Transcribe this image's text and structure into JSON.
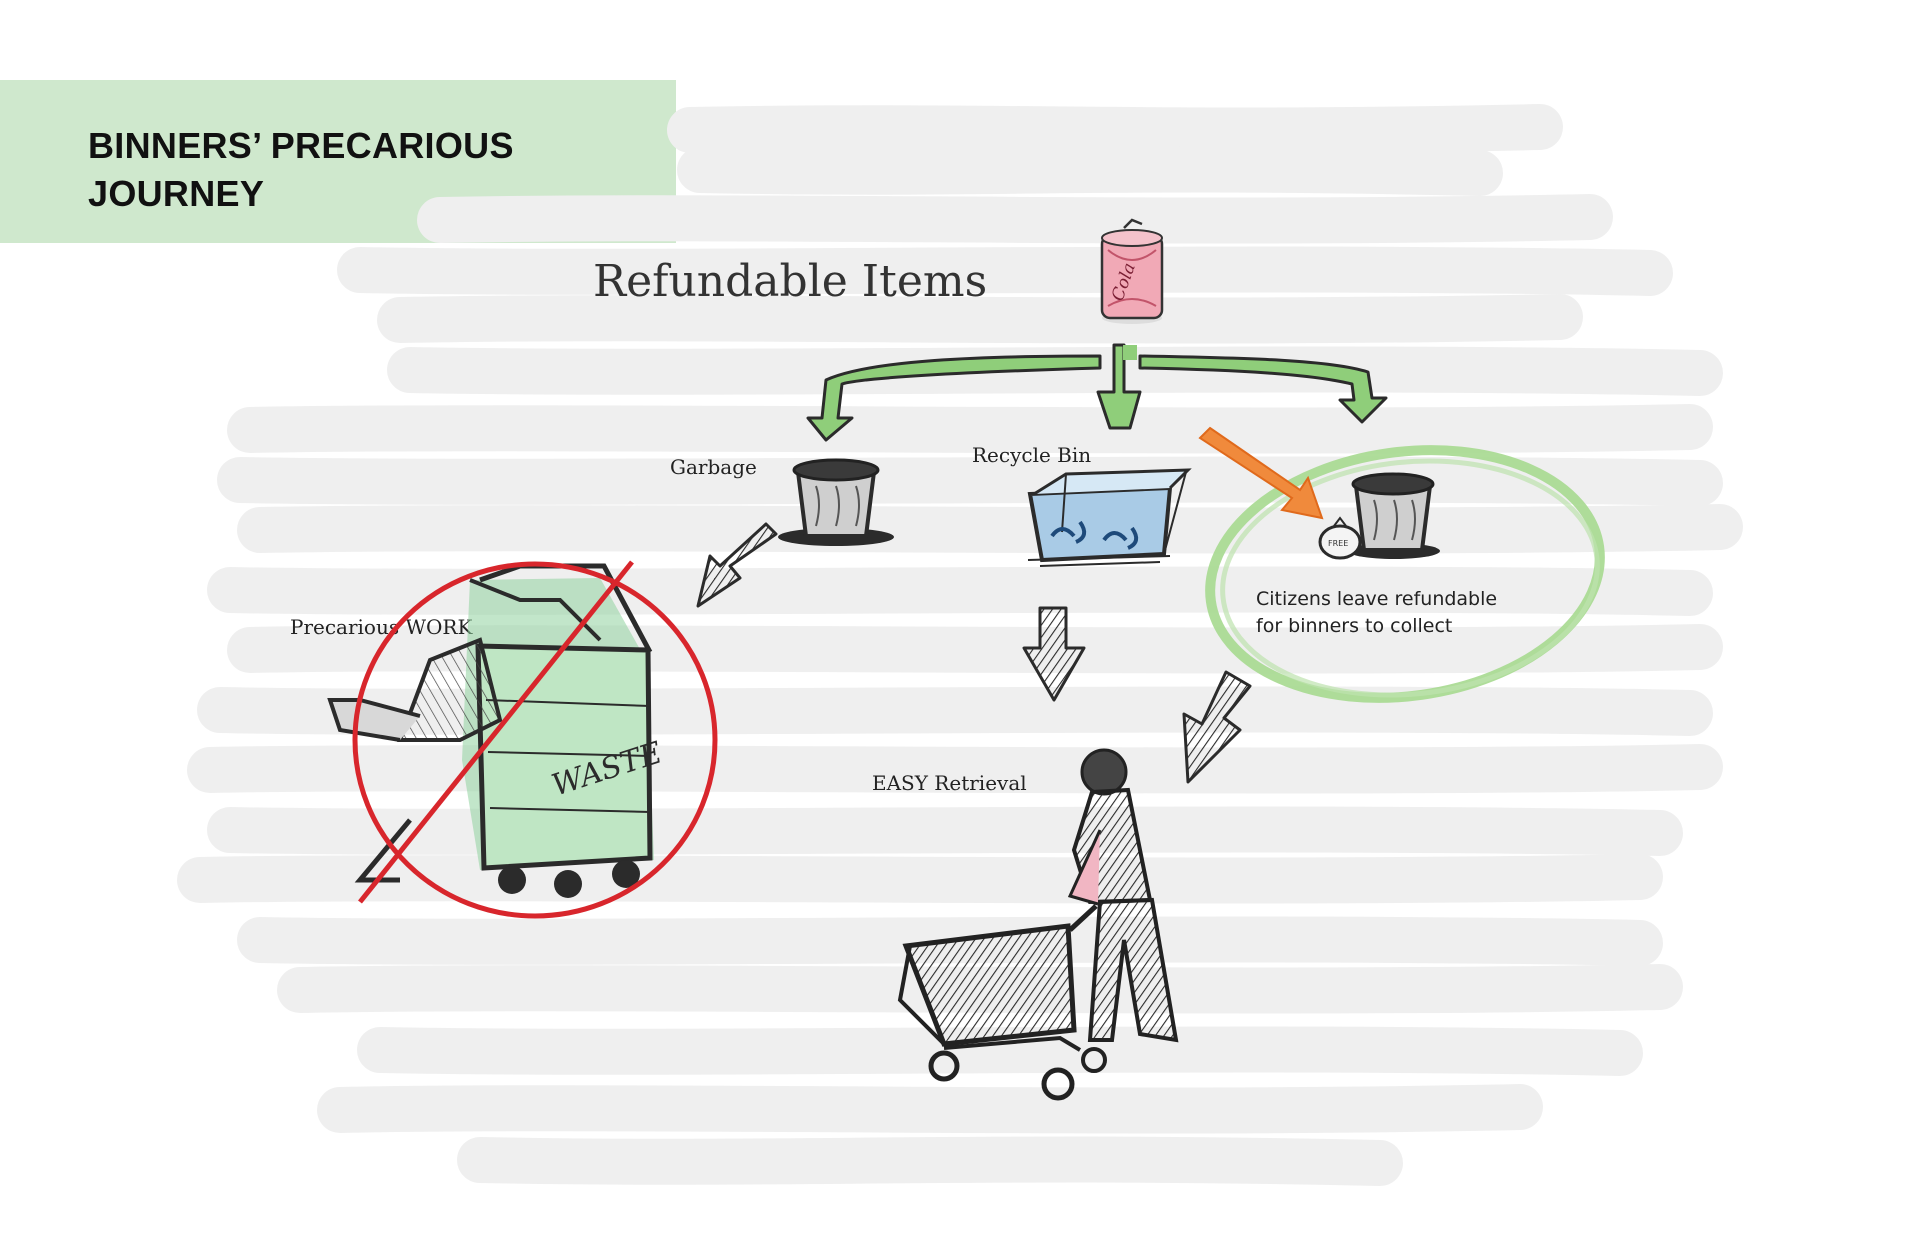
{
  "title": "BINNERS’ PRECARIOUS JOURNEY",
  "source_label": "Refundable Items",
  "can_label": "Cola",
  "destinations": {
    "garbage": "Garbage",
    "recycle": "Recycle Bin",
    "citizens": [
      "Citizens leave refundable",
      "for binners to collect"
    ],
    "free_tag": "FREE"
  },
  "outcomes": {
    "precarious": "Precarious WORK",
    "easy": "EASY Retrieval",
    "dumpster_label": "WASTE"
  },
  "colors": {
    "title_panel": "#cfe8cd",
    "flow_arrows": "#8fce7a",
    "highlight_circle": "#a6d98f",
    "prohibition": "#d8262c",
    "pointer_arrow": "#f08a3c",
    "dumpster_fill": "#8fd19e",
    "recycle_bin_fill": "#a9cbe6",
    "can_fill": "#f1a9b6",
    "sketch_ink": "#2b2b2b",
    "background_strokes": "#efefef"
  }
}
